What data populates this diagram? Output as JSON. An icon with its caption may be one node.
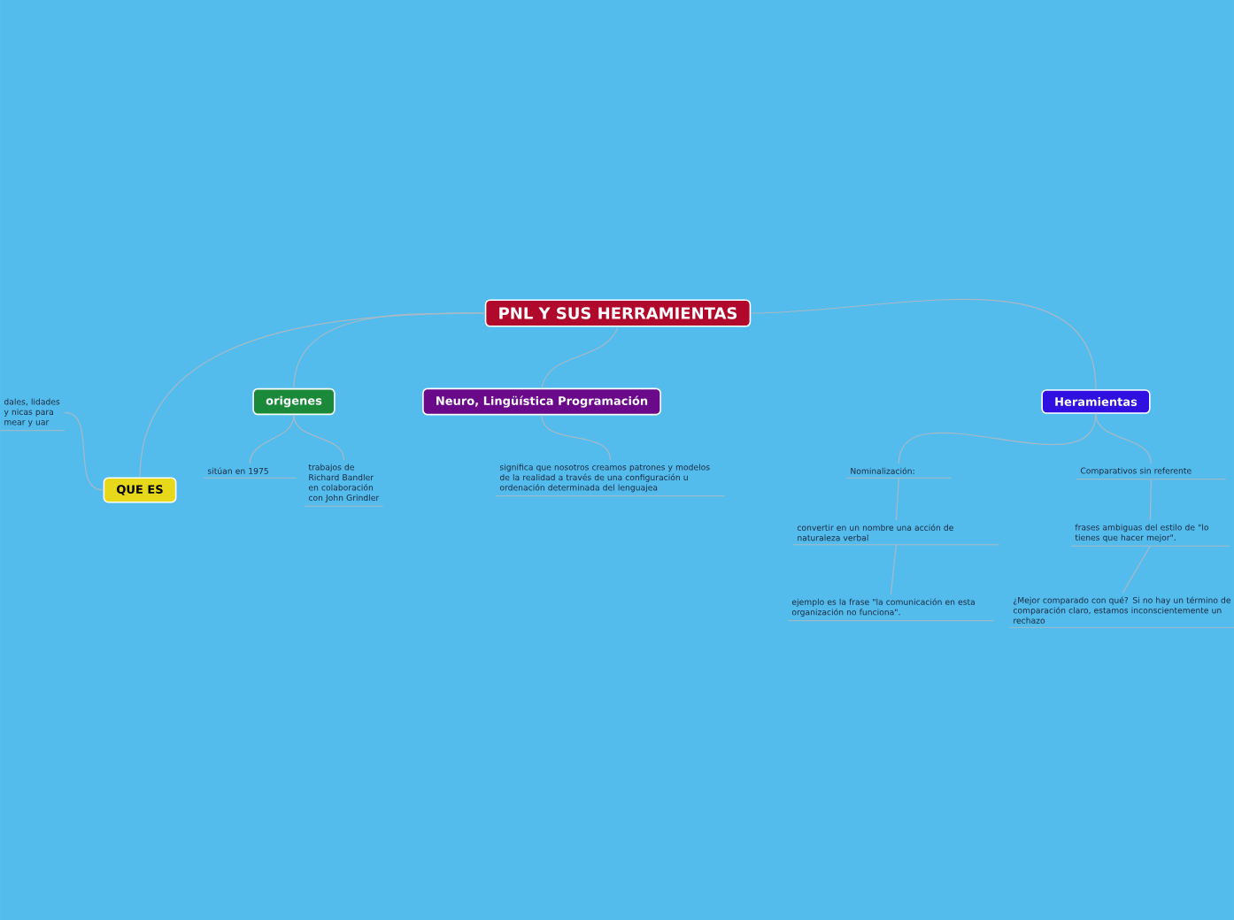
{
  "diagram": {
    "nodes": [
      {
        "text": [
          "PNL Y SUS  HERRAMIENTAS"
        ]
      },
      {
        "text": [
          "origenes"
        ]
      },
      {
        "text": [
          "Neuro, Lingüística Programación"
        ]
      },
      {
        "text": [
          "Heramientas"
        ]
      },
      {
        "text": [
          "QUE ES"
        ]
      },
      {
        "text": [
          "sitúan en 1975"
        ]
      },
      {
        "text": [
          "trabajos de Richard Bandler en colaboración con John Grindler"
        ]
      },
      {
        "text": [
          "significa que nosotros creamos patrones y modelos de la realidad a través de una configuración u ordenación determinada del lenguajea"
        ]
      },
      {
        "text": [
          "Nominalización:"
        ]
      },
      {
        "text": [
          "convertir en un nombre una acción de naturaleza verbal"
        ]
      },
      {
        "text": [
          "ejemplo es la frase \"la comunicación en esta organización no funciona\"."
        ]
      },
      {
        "text": [
          "Comparativos sin referente"
        ]
      },
      {
        "text": [
          "frases ambiguas del estilo de \"lo tienes que hacer mejor\"."
        ]
      },
      {
        "text": [
          "¿Mejor comparado con qué? Si no hay un término de comparación claro, estamos inconscientemente un rechazo"
        ]
      },
      {
        "text": [
          "dales, lidades y nicas para mear y uar"
        ]
      }
    ],
    "edges": [
      {
        "from": 0,
        "to": 1,
        "arrow": "none"
      },
      {
        "from": 0,
        "to": 2,
        "arrow": "none"
      },
      {
        "from": 0,
        "to": 3,
        "arrow": "none"
      },
      {
        "from": 0,
        "to": 4,
        "arrow": "none"
      },
      {
        "from": 1,
        "to": 5,
        "arrow": "none"
      },
      {
        "from": 1,
        "to": 6,
        "arrow": "none"
      },
      {
        "from": 2,
        "to": 7,
        "arrow": "none"
      },
      {
        "from": 3,
        "to": 8,
        "arrow": "none"
      },
      {
        "from": 3,
        "to": 11,
        "arrow": "none"
      },
      {
        "from": 8,
        "to": 9,
        "arrow": "none"
      },
      {
        "from": 9,
        "to": 10,
        "arrow": "none"
      },
      {
        "from": 11,
        "to": 12,
        "arrow": "none"
      },
      {
        "from": 12,
        "to": 13,
        "arrow": "none"
      },
      {
        "from": 4,
        "to": 14,
        "arrow": "none"
      }
    ]
  }
}
